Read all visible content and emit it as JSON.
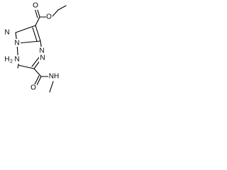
{
  "structure": {
    "type": "chemical-structure",
    "atoms": {
      "o_carbonyl_ester": "O",
      "o_ether_ester": "O",
      "n_pyrazole_1": "N",
      "n_pyrazole_2": "N",
      "n_triazine_1": "N",
      "n_triazine_2": "N",
      "amino_h": "H",
      "amino_sub": "2",
      "amino_n": "N",
      "o_amide": "O",
      "amide_nh": "NH"
    },
    "colors": {
      "line": "#000000",
      "background": "#ffffff"
    }
  }
}
